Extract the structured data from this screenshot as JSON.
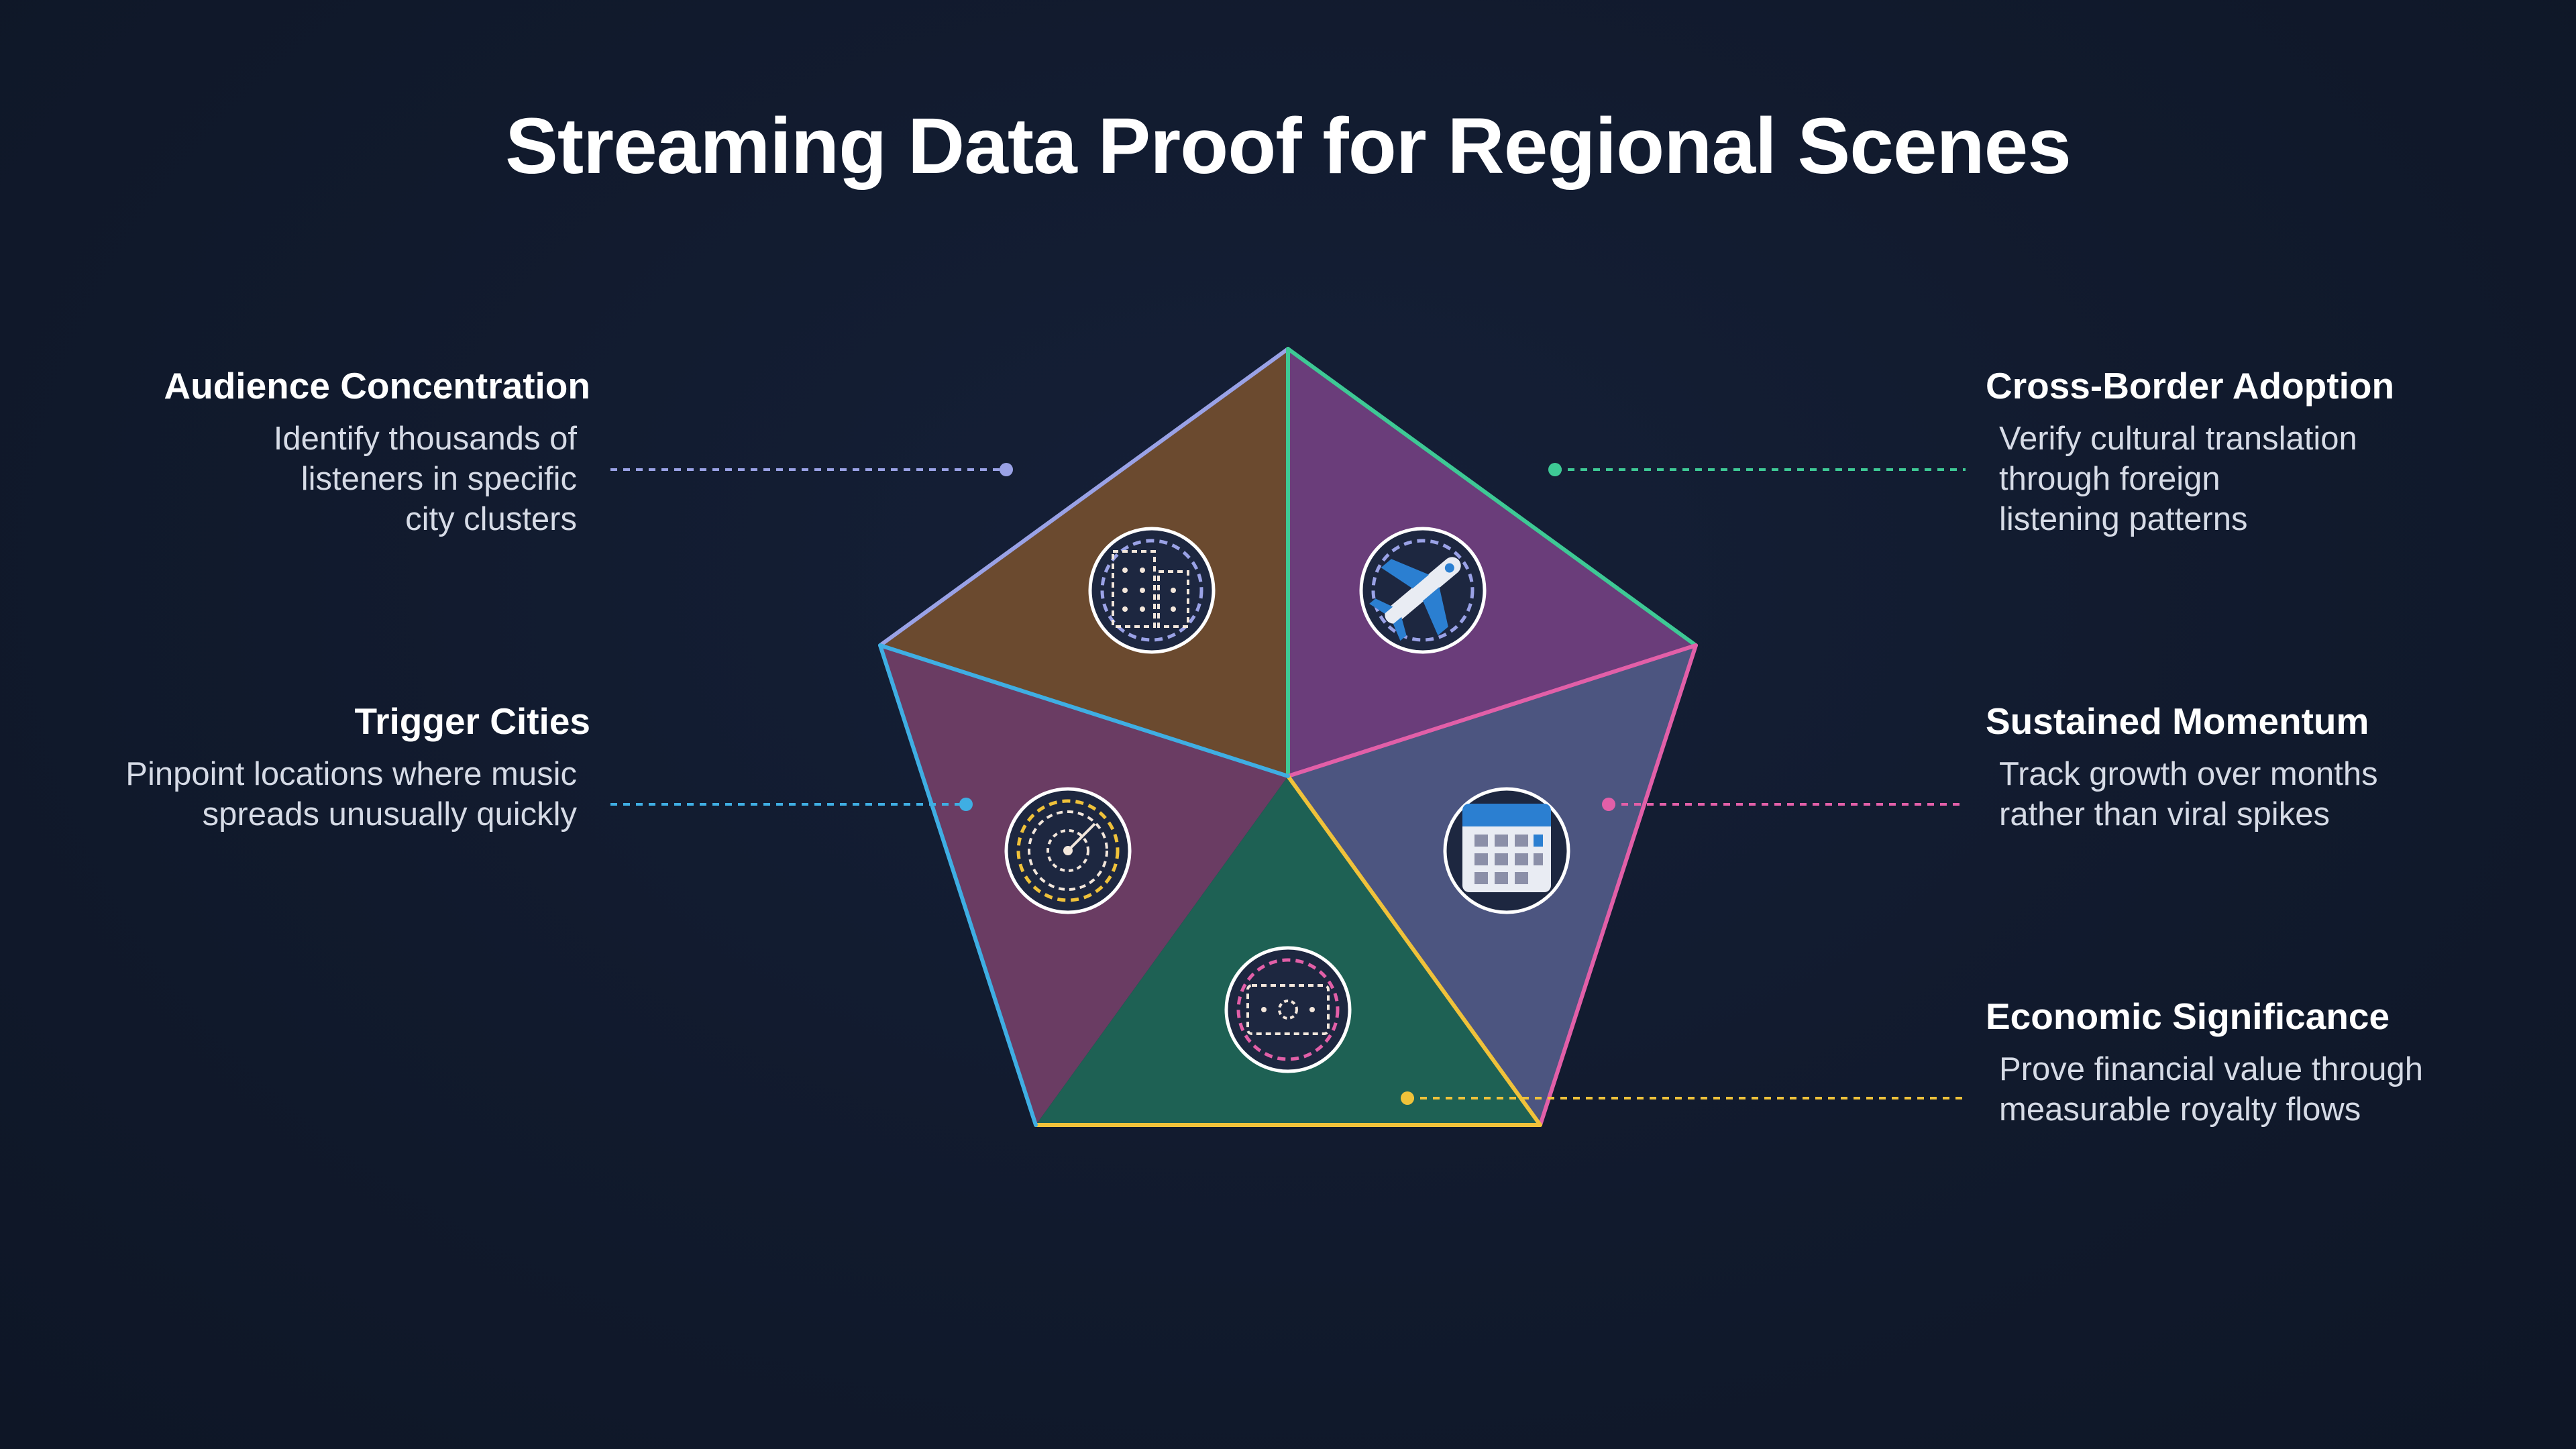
{
  "title": "Streaming Data Proof for Regional Scenes",
  "segments": [
    {
      "id": "audience",
      "heading": "Audience Concentration",
      "description": "Identify thousands of\nlisteners in specific\ncity clusters",
      "icon": "city-buildings-icon",
      "fill": "#6b4a2f",
      "edge": "#9aa2e6"
    },
    {
      "id": "crossborder",
      "heading": "Cross-Border Adoption",
      "description": "Verify cultural translation\nthrough foreign\nlistening patterns",
      "icon": "airplane-icon",
      "fill": "#6a3d7a",
      "edge": "#3ec995"
    },
    {
      "id": "momentum",
      "heading": "Sustained Momentum",
      "description": "Track growth over months\nrather than viral spikes",
      "icon": "calendar-icon",
      "fill": "#4c5580",
      "edge": "#e25fa8"
    },
    {
      "id": "economic",
      "heading": "Economic Significance",
      "description": "Prove financial value through\nmeasurable royalty flows",
      "icon": "money-bill-icon",
      "fill": "#1e6154",
      "edge": "#f0c23a"
    },
    {
      "id": "trigger",
      "heading": "Trigger Cities",
      "description": "Pinpoint locations where music\nspreads unusually quickly",
      "icon": "radar-icon",
      "fill": "#6a3c63",
      "edge": "#3faee3"
    }
  ]
}
